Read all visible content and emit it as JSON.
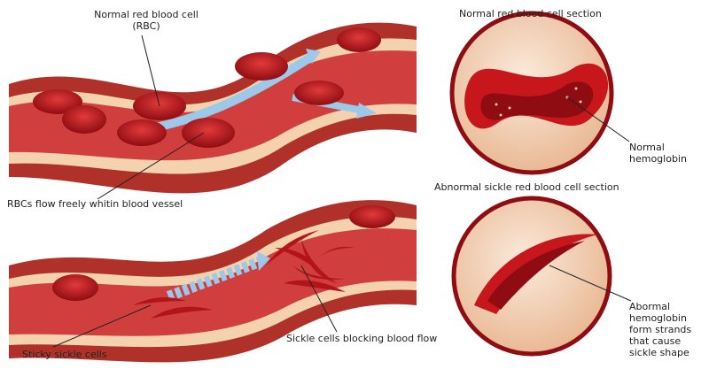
{
  "labels": {
    "normal_rbc_line1": "Normal red blood cell",
    "normal_rbc_line2": "(RBC)",
    "flow_freely": "RBCs flow freely whitin blood vessel",
    "sticky_sickle": "Sticky sickle cells",
    "sickle_blocking": "Sickle cells blocking blood flow",
    "normal_section": "Normal red blood cell section",
    "normal_hemoglobin_line1": "Normal",
    "normal_hemoglobin_line2": "hemoglobin",
    "abnormal_section": "Abnormal sickle red blood cell section",
    "abnormal_hb": [
      "Abormal",
      "hemoglobin",
      "form strands",
      "that cause",
      "sickle shape"
    ]
  },
  "colors": {
    "vessel_outer": "#d9a066",
    "vessel_wall": "#b0312a",
    "vessel_inner": "#f4d2b0",
    "cell": "#c8161d",
    "cell_dark": "#8e0c12",
    "flow_arrow": "#9cc9ea",
    "section_bg": "#f6dcc4"
  }
}
